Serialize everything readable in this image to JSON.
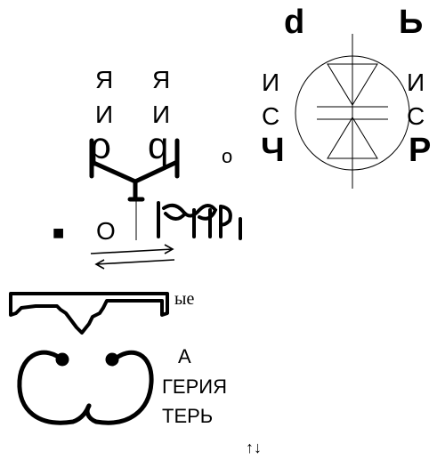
{
  "left_group": {
    "row1": [
      "Я",
      "Я"
    ],
    "row2": [
      "И",
      "И"
    ],
    "small_o": "o",
    "big_o": "О",
    "black_square": "■"
  },
  "right_group": {
    "top": [
      "d",
      "Ь"
    ],
    "row2": [
      "И",
      "И"
    ],
    "row3": [
      "С",
      "С"
    ],
    "row4": [
      "Ч",
      "Р"
    ]
  },
  "bottom": {
    "fragment_ye": "ые",
    "fragment_a": "А",
    "fragment_geriya": "ГЕРИЯ",
    "fragment_ter": "ТЕРЬ",
    "arrows": "↑↓"
  },
  "icons": {
    "circle_symbol": "circle-star-icon",
    "double_arrow": "double-arrow-icon",
    "ornament_bar": "ornament-bar-icon",
    "swirl_pair": "swirl-pair-icon",
    "rune_strip": "rune-strip-icon"
  }
}
